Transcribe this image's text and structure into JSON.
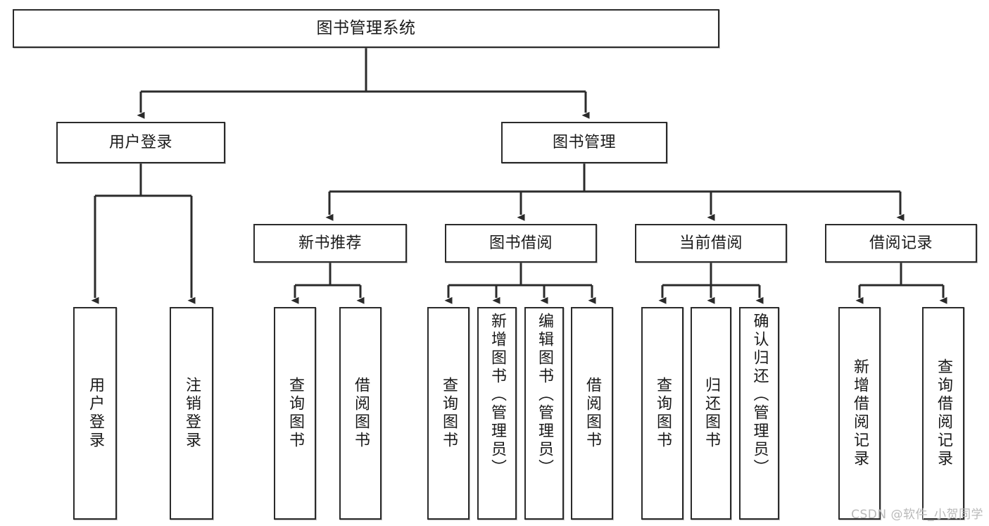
{
  "diagram": {
    "type": "tree",
    "title": "图书管理系统",
    "watermark": "CSDN @软件_小贺同学",
    "colors": {
      "box_border": "#2b2b2b",
      "box_fill": "#ffffff",
      "connector": "#2b2b2b",
      "watermark": "#b9b9b9"
    },
    "nodes": {
      "root": {
        "label": "图书管理系统"
      },
      "level1": [
        {
          "id": "user-login",
          "label": "用户登录"
        },
        {
          "id": "book-manage",
          "label": "图书管理"
        }
      ],
      "level2": [
        {
          "id": "new-book-recommend",
          "label": "新书推荐"
        },
        {
          "id": "book-borrow",
          "label": "图书借阅"
        },
        {
          "id": "current-borrow",
          "label": "当前借阅"
        },
        {
          "id": "borrow-record",
          "label": "借阅记录"
        }
      ],
      "leaves": [
        {
          "id": "leaf-user-login",
          "label": "用户登录",
          "parent": "user-login"
        },
        {
          "id": "leaf-logout",
          "label": "注销登录",
          "parent": "user-login"
        },
        {
          "id": "leaf-query-book-1",
          "label": "查询图书",
          "parent": "new-book-recommend"
        },
        {
          "id": "leaf-borrow-book-1",
          "label": "借阅图书",
          "parent": "new-book-recommend"
        },
        {
          "id": "leaf-query-book-2",
          "label": "查询图书",
          "parent": "book-borrow"
        },
        {
          "id": "leaf-add-book",
          "label": "新增图书（管理员）",
          "parent": "book-borrow"
        },
        {
          "id": "leaf-edit-book",
          "label": "编辑图书（管理员）",
          "parent": "book-borrow"
        },
        {
          "id": "leaf-borrow-book-2",
          "label": "借阅图书",
          "parent": "book-borrow"
        },
        {
          "id": "leaf-query-book-3",
          "label": "查询图书",
          "parent": "current-borrow"
        },
        {
          "id": "leaf-return-book",
          "label": "归还图书",
          "parent": "current-borrow"
        },
        {
          "id": "leaf-confirm-return",
          "label": "确认归还（管理员）",
          "parent": "current-borrow"
        },
        {
          "id": "leaf-add-record",
          "label": "新增借阅记录",
          "parent": "borrow-record"
        },
        {
          "id": "leaf-query-record",
          "label": "查询借阅记录",
          "parent": "borrow-record"
        }
      ]
    }
  }
}
